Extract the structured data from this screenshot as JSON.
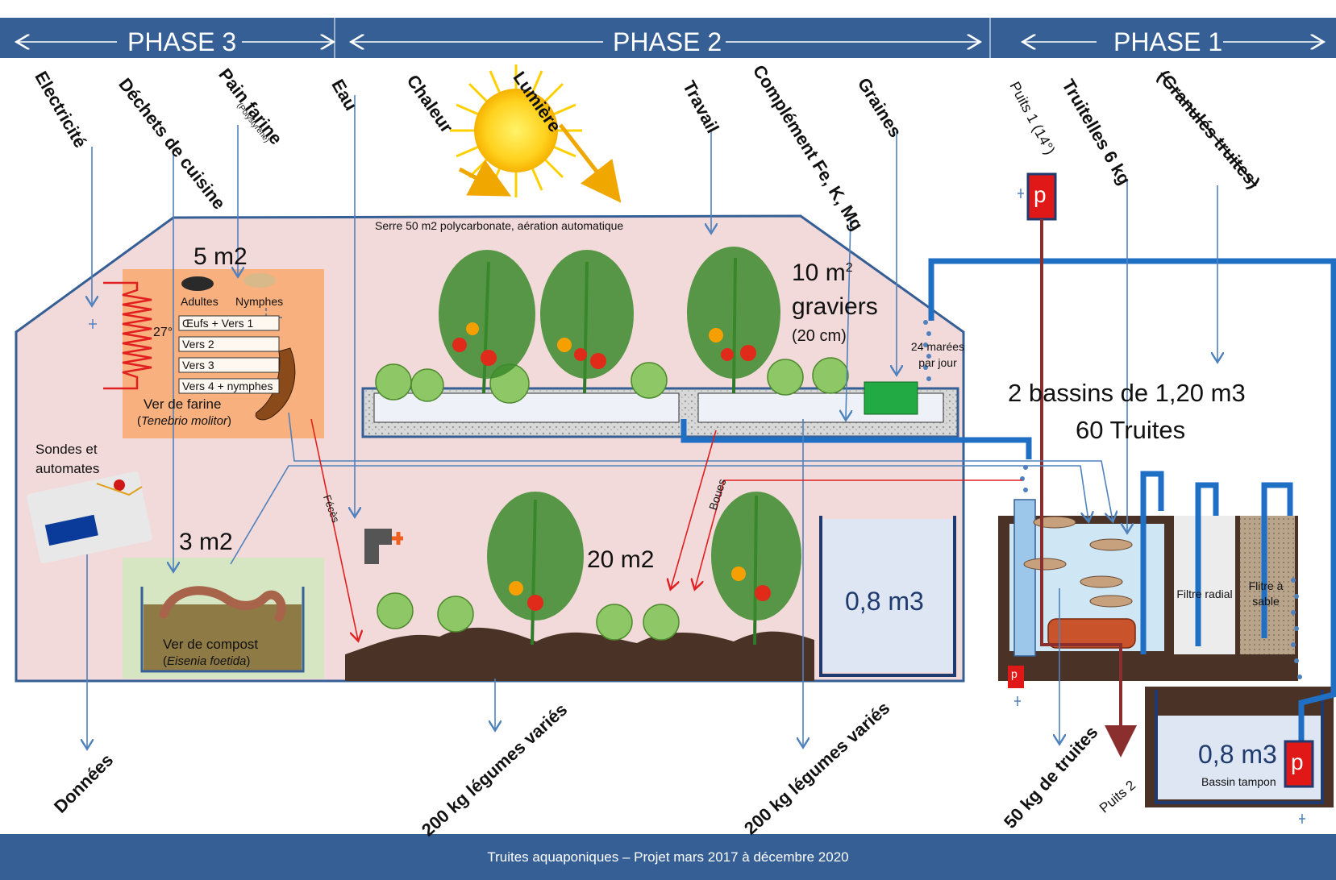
{
  "phases": [
    "PHASE 3",
    "PHASE 2",
    "PHASE 1"
  ],
  "inputs": {
    "electricite": "Electricité",
    "dechets": "Déchets de cuisine",
    "pain_farine": "Pain farine",
    "polystyrene": "(Polystyrène)",
    "eau": "Eau",
    "chaleur": "Chaleur",
    "lumiere": "Lumière",
    "travail": "Travail",
    "complement": "Complément Fe, K, Mg",
    "graines": "Graines",
    "puits1": "Puits 1 (14°)",
    "truitelles": "Truitelles 6 kg",
    "granules": "(Granulés truites)"
  },
  "greenhouse": {
    "title": "Serre 50 m2 polycarbonate, aération automatique",
    "mealworm_area": "5 m2",
    "temp": "27°",
    "stages": [
      "Adultes",
      "Nymphes",
      "Œufs + Vers 1",
      "Vers 2",
      "Vers 3",
      "Vers 4 + nymphes"
    ],
    "mealworm_name": "Ver de farine",
    "mealworm_latin": "Tenebrio molitor",
    "sensors": "Sondes et automates",
    "compost_area": "3 m2",
    "compost_name": "Ver de compost",
    "compost_latin": "Eisenia foetida",
    "gravel_area": "10 m",
    "gravel_sup": "2",
    "gravel_label": "graviers",
    "gravel_depth": "(20 cm)",
    "tides": "24 marées par jour",
    "soil_area": "20 m2",
    "feces": "Fécès",
    "boues": "Boues",
    "tank_small": "0,8 m3"
  },
  "trout": {
    "basins_line1": "2 bassins de 1,20 m3",
    "basins_line2": "60 Truites",
    "filtre_radial": "Filtre radial",
    "filtre_sable": "Flitre à sable",
    "buffer_volume": "0,8 m3",
    "buffer_label": "Bassin tampon",
    "pump": "p"
  },
  "outputs": {
    "donnees": "Données",
    "legumes1": "200 kg légumes variés",
    "legumes2": "200 kg légumes variés",
    "truites": "50 kg de truites",
    "puits2": "Puits 2"
  },
  "footer": "Truites aquaponiques  –  Projet  mars 2017 à décembre 2020",
  "colors": {
    "banner": "#355f95",
    "greenhouse": "#f3dada",
    "arrow_blue": "#4f81bd",
    "arrow_red": "#e02020",
    "pipe": "#1f6fc4",
    "soil": "#4a3326"
  }
}
